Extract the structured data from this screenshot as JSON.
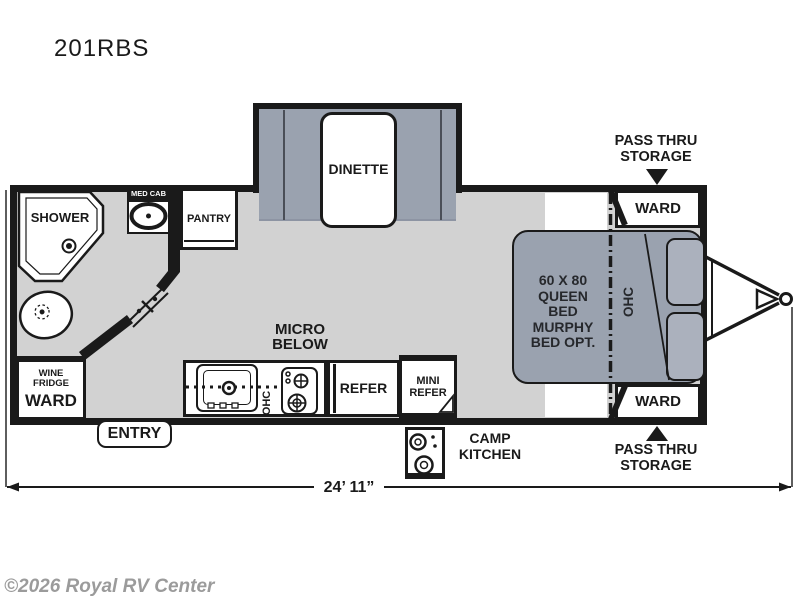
{
  "title": "201RBS",
  "watermark": "©2026 Royal RV Center",
  "dimension": {
    "length_label": "24’ 11”"
  },
  "colors": {
    "wall": "#1a1a1a",
    "floor": "#d2d2d2",
    "furniture": "#9aa2af",
    "furniture_light": "#abb1bd",
    "watermark": "#9b9b9b"
  },
  "labels": {
    "dinette": "DINETTE",
    "shower": "SHOWER",
    "med_cab": "MED CAB",
    "pantry": "PANTRY",
    "wine_fridge_line1": "WINE",
    "wine_fridge_line2": "FRIDGE",
    "wine_fridge_line3": "WARD",
    "entry": "ENTRY",
    "micro_line1": "MICRO",
    "micro_line2": "BELOW",
    "ohc_kitchen": "OHC",
    "refer": "REFER",
    "mini_refer_line1": "MINI",
    "mini_refer_line2": "REFER",
    "camp_kitchen_line1": "CAMP",
    "camp_kitchen_line2": "KITCHEN",
    "bed_line1": "60 X 80",
    "bed_line2": "QUEEN",
    "bed_line3": "BED",
    "bed_line4": "MURPHY",
    "bed_line5": "BED OPT.",
    "ohc_bed": "OHC",
    "ward_front_top": "WARD",
    "ward_front_bottom": "WARD",
    "pass_thru_top_line1": "PASS THRU",
    "pass_thru_top_line2": "STORAGE",
    "pass_thru_bottom_line1": "PASS THRU",
    "pass_thru_bottom_line2": "STORAGE"
  }
}
